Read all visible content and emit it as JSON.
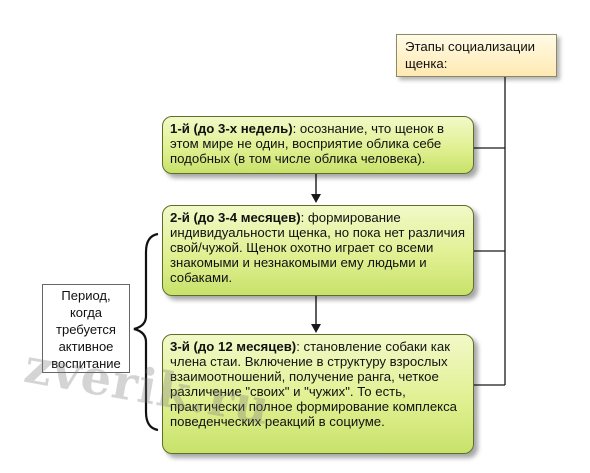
{
  "title": {
    "text": "Этапы социализации щенка:"
  },
  "stages": [
    {
      "label": "1-й (до 3-х недель)",
      "text": ": осознание, что щенок в этом мире не один, восприятие облика себе подобных (в том числе облика человека)."
    },
    {
      "label": "2-й (до 3-4 месяцев)",
      "text": ": формирование индивидуальности щенка, но пока нет различия свой/чужой. Щенок охотно играет со всеми знакомыми и незнакомыми ему людьми и собаками."
    },
    {
      "label": "3-й (до 12 месяцев)",
      "text": ": становление собаки как члена стаи. Включение в структуру взрослых взаимоотношений, получение ранга, четкое различение \"своих\" и \"чужих\". То есть, практически полное формирование комплекса поведенческих реакций в социуме."
    }
  ],
  "period": {
    "text": "Период, когда требуется активное воспитание"
  },
  "watermark": {
    "text": "zverik.ru"
  },
  "colors": {
    "stage_fill": "#e1f092",
    "title_fill": "#ffe9b2",
    "line": "#1a1a1a"
  }
}
